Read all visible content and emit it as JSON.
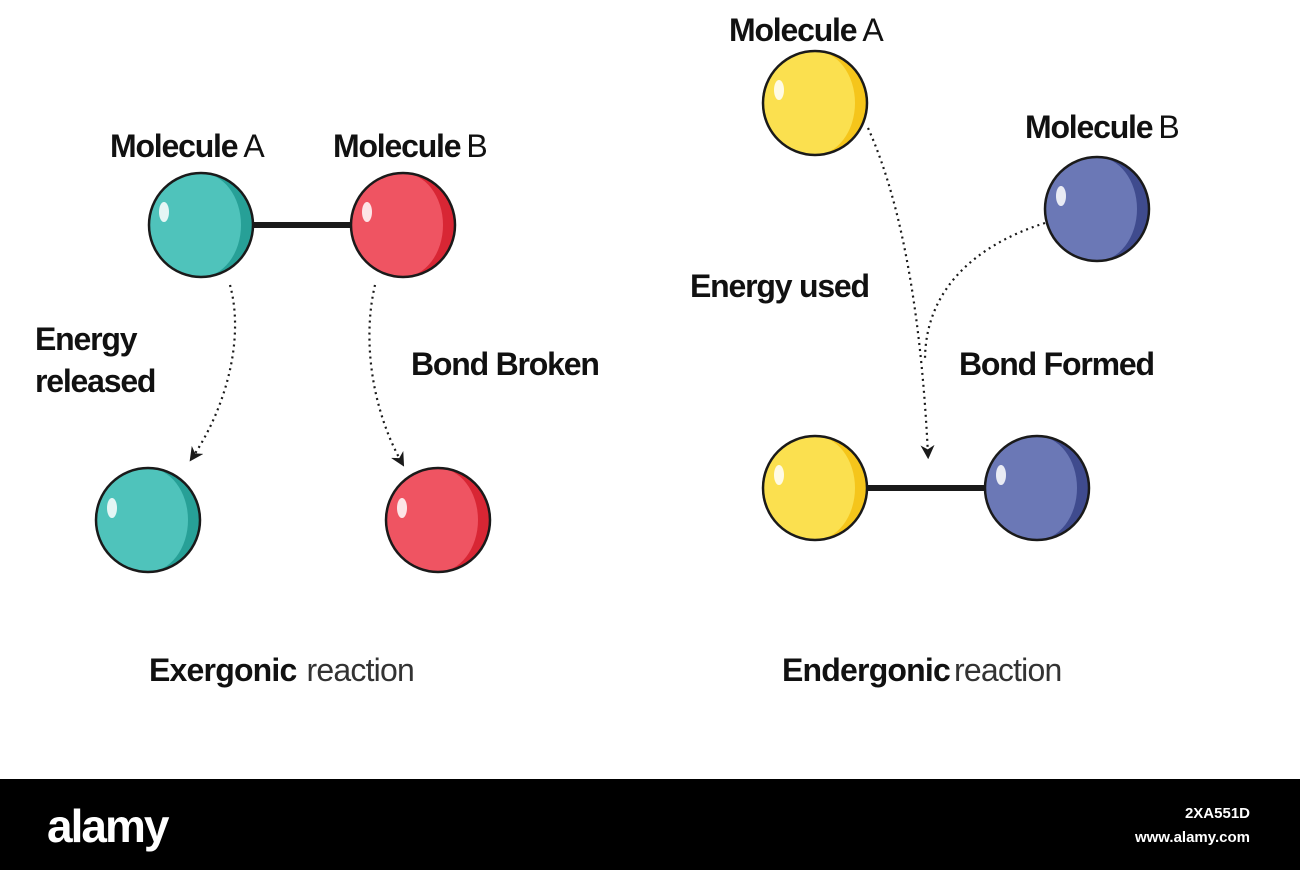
{
  "exergonic": {
    "molecule_a": {
      "bold": "Molecule",
      "letter": "A"
    },
    "molecule_b": {
      "bold": "Molecule",
      "letter": "B"
    },
    "energy_line1": "Energy",
    "energy_line2": "released",
    "bond_label": "Bond Broken",
    "title_bold": "Exergonic",
    "title_rest": "reaction"
  },
  "endergonic": {
    "molecule_a": {
      "bold": "Molecule",
      "letter": "A"
    },
    "molecule_b": {
      "bold": "Molecule",
      "letter": "B"
    },
    "energy_label": "Energy used",
    "bond_label": "Bond Formed",
    "title_bold": "Endergonic",
    "title_rest": "reaction"
  },
  "footer": {
    "logo": "alamy",
    "image_id": "2XA551D",
    "site": "www.alamy.com"
  },
  "colors": {
    "teal": "#4fc3bb",
    "red": "#ef5462",
    "yellow": "#fbe04f",
    "blue": "#6b78b6",
    "outline": "#1a1a1a",
    "footer_bg": "#000000"
  }
}
